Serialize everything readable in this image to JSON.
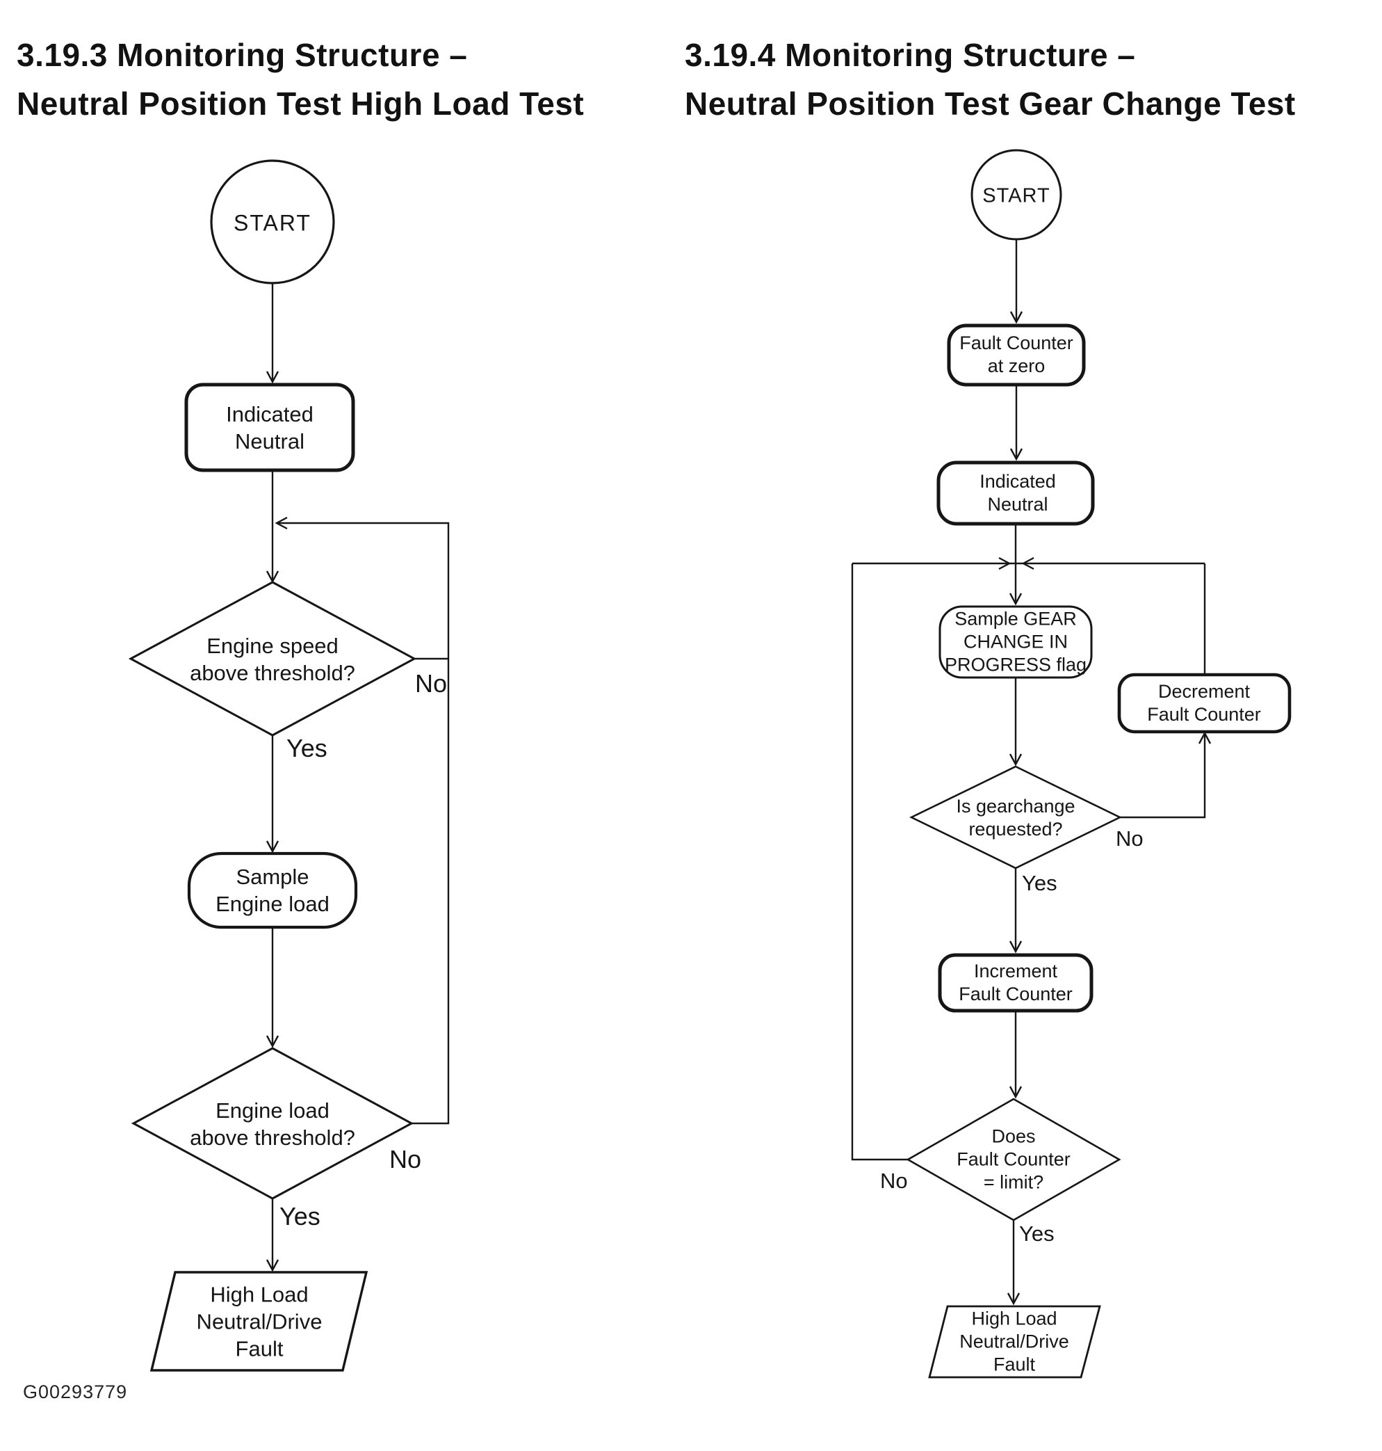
{
  "page": {
    "footer_code": "G00293779"
  },
  "colors": {
    "ink": "#161616",
    "paper": "#ffffff"
  },
  "left": {
    "title": [
      "3.19.3 Monitoring Structure –",
      "Neutral Position Test High Load Test"
    ],
    "nodes": {
      "start": "START",
      "indicated_neutral": [
        "Indicated",
        "Neutral"
      ],
      "engine_speed": [
        "Engine speed",
        "above threshold?"
      ],
      "sample_load": [
        "Sample",
        "Engine load"
      ],
      "engine_load": [
        "Engine load",
        "above threshold?"
      ],
      "fault": [
        "High Load",
        "Neutral/Drive",
        "Fault"
      ]
    },
    "branches": {
      "speed_no": "No",
      "speed_yes": "Yes",
      "load_no": "No",
      "load_yes": "Yes"
    }
  },
  "right": {
    "title": [
      "3.19.4 Monitoring Structure –",
      "Neutral Position Test Gear Change Test"
    ],
    "nodes": {
      "start": "START",
      "fault_counter_zero": [
        "Fault Counter",
        "at zero"
      ],
      "indicated_neutral": [
        "Indicated",
        "Neutral"
      ],
      "sample_flag": [
        "Sample GEAR",
        "CHANGE IN",
        "PROGRESS flag"
      ],
      "decrement": [
        "Decrement",
        "Fault Counter"
      ],
      "gearchange": [
        "Is gearchange",
        "requested?"
      ],
      "increment": [
        "Increment",
        "Fault Counter"
      ],
      "limit": [
        "Does",
        "Fault Counter",
        "= limit?"
      ],
      "fault": [
        "High Load",
        "Neutral/Drive",
        "Fault"
      ]
    },
    "branches": {
      "gear_no": "No",
      "gear_yes": "Yes",
      "limit_no": "No",
      "limit_yes": "Yes"
    }
  }
}
